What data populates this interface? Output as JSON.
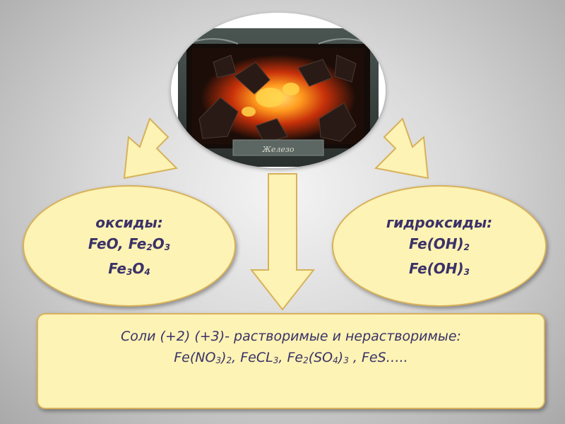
{
  "image": {
    "caption": "Железо",
    "icon": "burning-coal-image"
  },
  "oxides": {
    "title": "оксиды:",
    "formula_1": {
      "a": "FeO, Fe",
      "s1": "2",
      "b": "O",
      "s2": "3"
    },
    "formula_2": {
      "a": "Fe",
      "s1": "3",
      "b": "O",
      "s2": "4"
    }
  },
  "hydroxides": {
    "title": "гидроксиды:",
    "formula_1": {
      "a": "Fe(OH)",
      "s1": "2"
    },
    "formula_2": {
      "a": "Fe(OH)",
      "s1": "3"
    }
  },
  "salts": {
    "line_1": "Соли (+2) (+3)-  растворимые и нерастворимые:",
    "line_2": {
      "p1": "Fe(NO",
      "s1": "3",
      "p2": ")",
      "s2": "2",
      "p3": ",  FeCL",
      "s3": "3",
      "p4": ",  Fe",
      "s4": "2",
      "p5": "(SO",
      "s5": "4",
      "p6": ")",
      "s6": "3",
      "p7": " , FeS….."
    }
  },
  "colors": {
    "box_fill": "#fcf3b4",
    "box_border": "#d8b15a",
    "text": "#3b3168"
  }
}
